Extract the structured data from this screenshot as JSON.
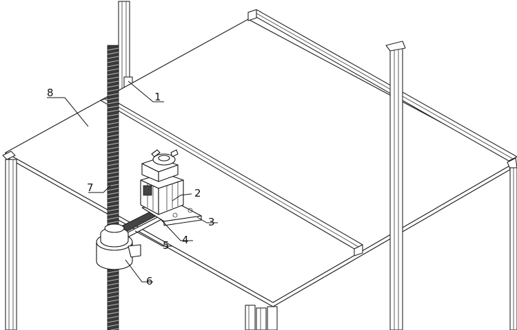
{
  "labels": {
    "l1": "1",
    "l2": "2",
    "l3": "3",
    "l4": "4",
    "l5": "5",
    "l6": "6",
    "l7": "7",
    "l8": "8"
  },
  "colors": {
    "line": "#222222",
    "background": "#ffffff",
    "screw": "#3a3a3a"
  }
}
